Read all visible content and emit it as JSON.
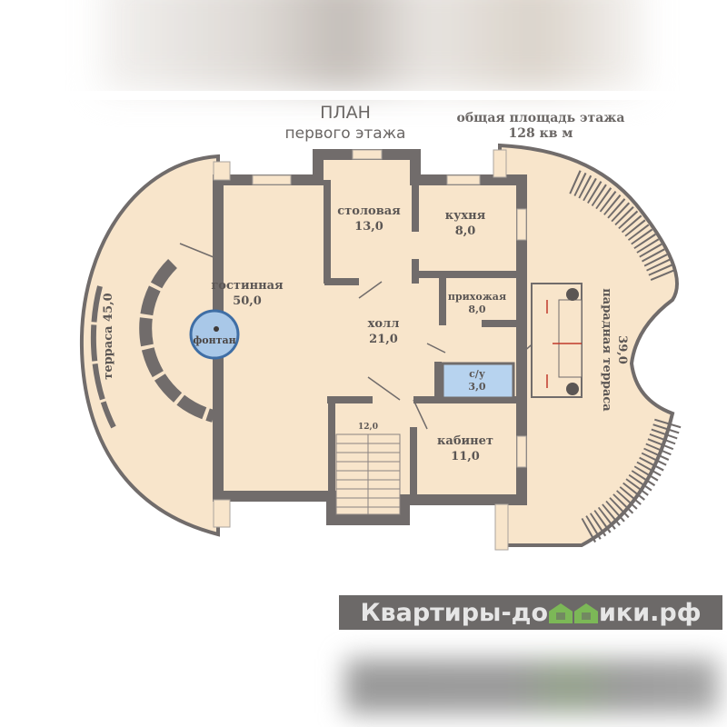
{
  "title": {
    "line1": "ПЛАН",
    "line2": "первого этажа"
  },
  "total_area": {
    "line1": "общая площадь этажа",
    "line2": "128 кв м"
  },
  "rooms": {
    "living": {
      "name": "гостинная",
      "area": "50,0"
    },
    "dining": {
      "name": "столовая",
      "area": "13,0"
    },
    "kitchen": {
      "name": "кухня",
      "area": "8,0"
    },
    "entry": {
      "name": "прихожая",
      "area": "8,0"
    },
    "hall": {
      "name": "холл",
      "area": "21,0"
    },
    "wc": {
      "name": "с/у",
      "area": "3,0"
    },
    "office": {
      "name": "кабинет",
      "area": "11,0"
    },
    "stairs": {
      "area": "12,0"
    },
    "terrace_left": {
      "label": "терраса 45,0"
    },
    "terrace_right": {
      "name": "парадная терраса",
      "area": "39,0"
    },
    "fountain": {
      "label": "фонтан"
    }
  },
  "watermark": {
    "part1": "Квартиры-до",
    "part2": "ики.рф",
    "full": "Квартиры-домики.рф"
  },
  "colors": {
    "floor": "#f8e5cb",
    "wall": "#716c6b",
    "water": "#a9c8e8",
    "accent": "#7cb857"
  }
}
